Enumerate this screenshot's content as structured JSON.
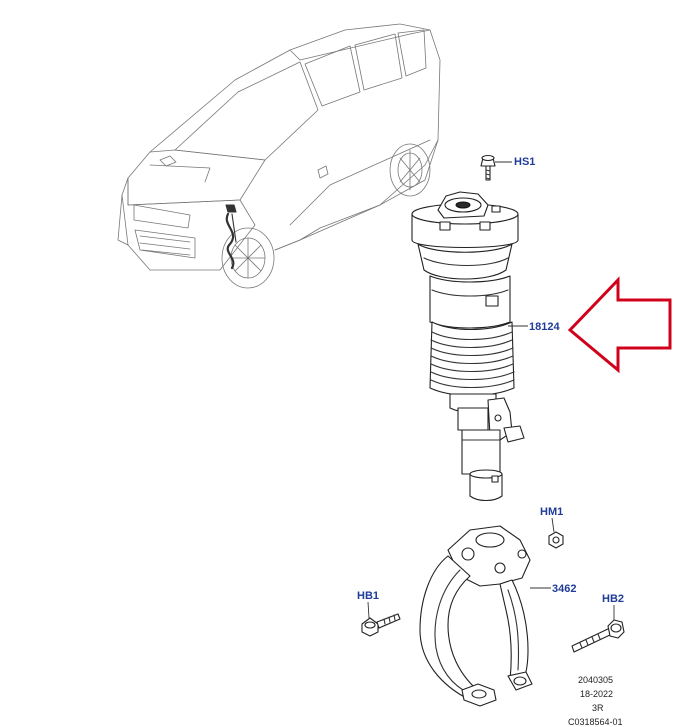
{
  "callouts": {
    "hs1": "HS1",
    "strut": "18124",
    "hm1": "HM1",
    "fork": "3462",
    "hb1": "HB1",
    "hb2": "HB2"
  },
  "reference": {
    "line1": "2040305",
    "line2": "18-2022",
    "line3": "3R",
    "line4": "C0318564-01"
  },
  "colors": {
    "callout_text": "#1f3c99",
    "arrow": "#d0021b",
    "linework": "#333333"
  },
  "icons": {
    "vehicle": "vehicle-outline-icon",
    "arrow": "left-arrow-icon"
  }
}
